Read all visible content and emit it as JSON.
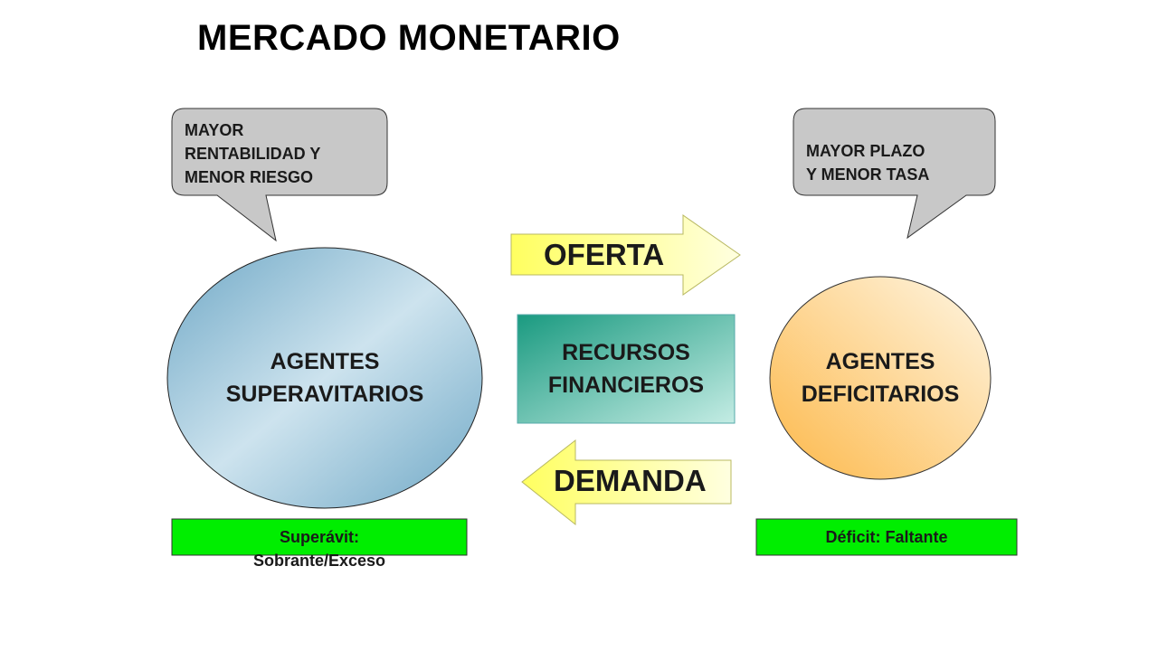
{
  "title": "MERCADO MONETARIO",
  "callouts": {
    "left": {
      "lines": [
        "MAYOR",
        "RENTABILIDAD Y",
        "MENOR RIESGO"
      ]
    },
    "right": {
      "lines": [
        "MAYOR PLAZO",
        "Y MENOR TASA"
      ]
    }
  },
  "agents": {
    "left": {
      "lines": [
        "AGENTES",
        "SUPERAVITARIOS"
      ],
      "gradient": [
        "#6fa8c6",
        "#cde3ee"
      ]
    },
    "right": {
      "lines": [
        "AGENTES",
        "DEFICITARIOS"
      ],
      "gradient": [
        "#fdb849",
        "#fef6e4"
      ]
    }
  },
  "center": {
    "lines": [
      "RECURSOS",
      "FINANCIEROS"
    ],
    "gradient": [
      "#1a9a80",
      "#c4ece4"
    ]
  },
  "arrows": {
    "oferta": {
      "label": "OFERTA",
      "direction": "right"
    },
    "demanda": {
      "label": "DEMANDA",
      "direction": "left"
    }
  },
  "labels": {
    "left": {
      "lines": [
        "Superávit:",
        "Sobrante/Exceso"
      ]
    },
    "right": {
      "lines": [
        "Déficit: Faltante"
      ]
    }
  },
  "colors": {
    "callout_fill": "#c8c8c8",
    "label_fill": "#00ee00",
    "arrow_fill_start": "#ffff60",
    "arrow_fill_end": "#ffffe0"
  }
}
